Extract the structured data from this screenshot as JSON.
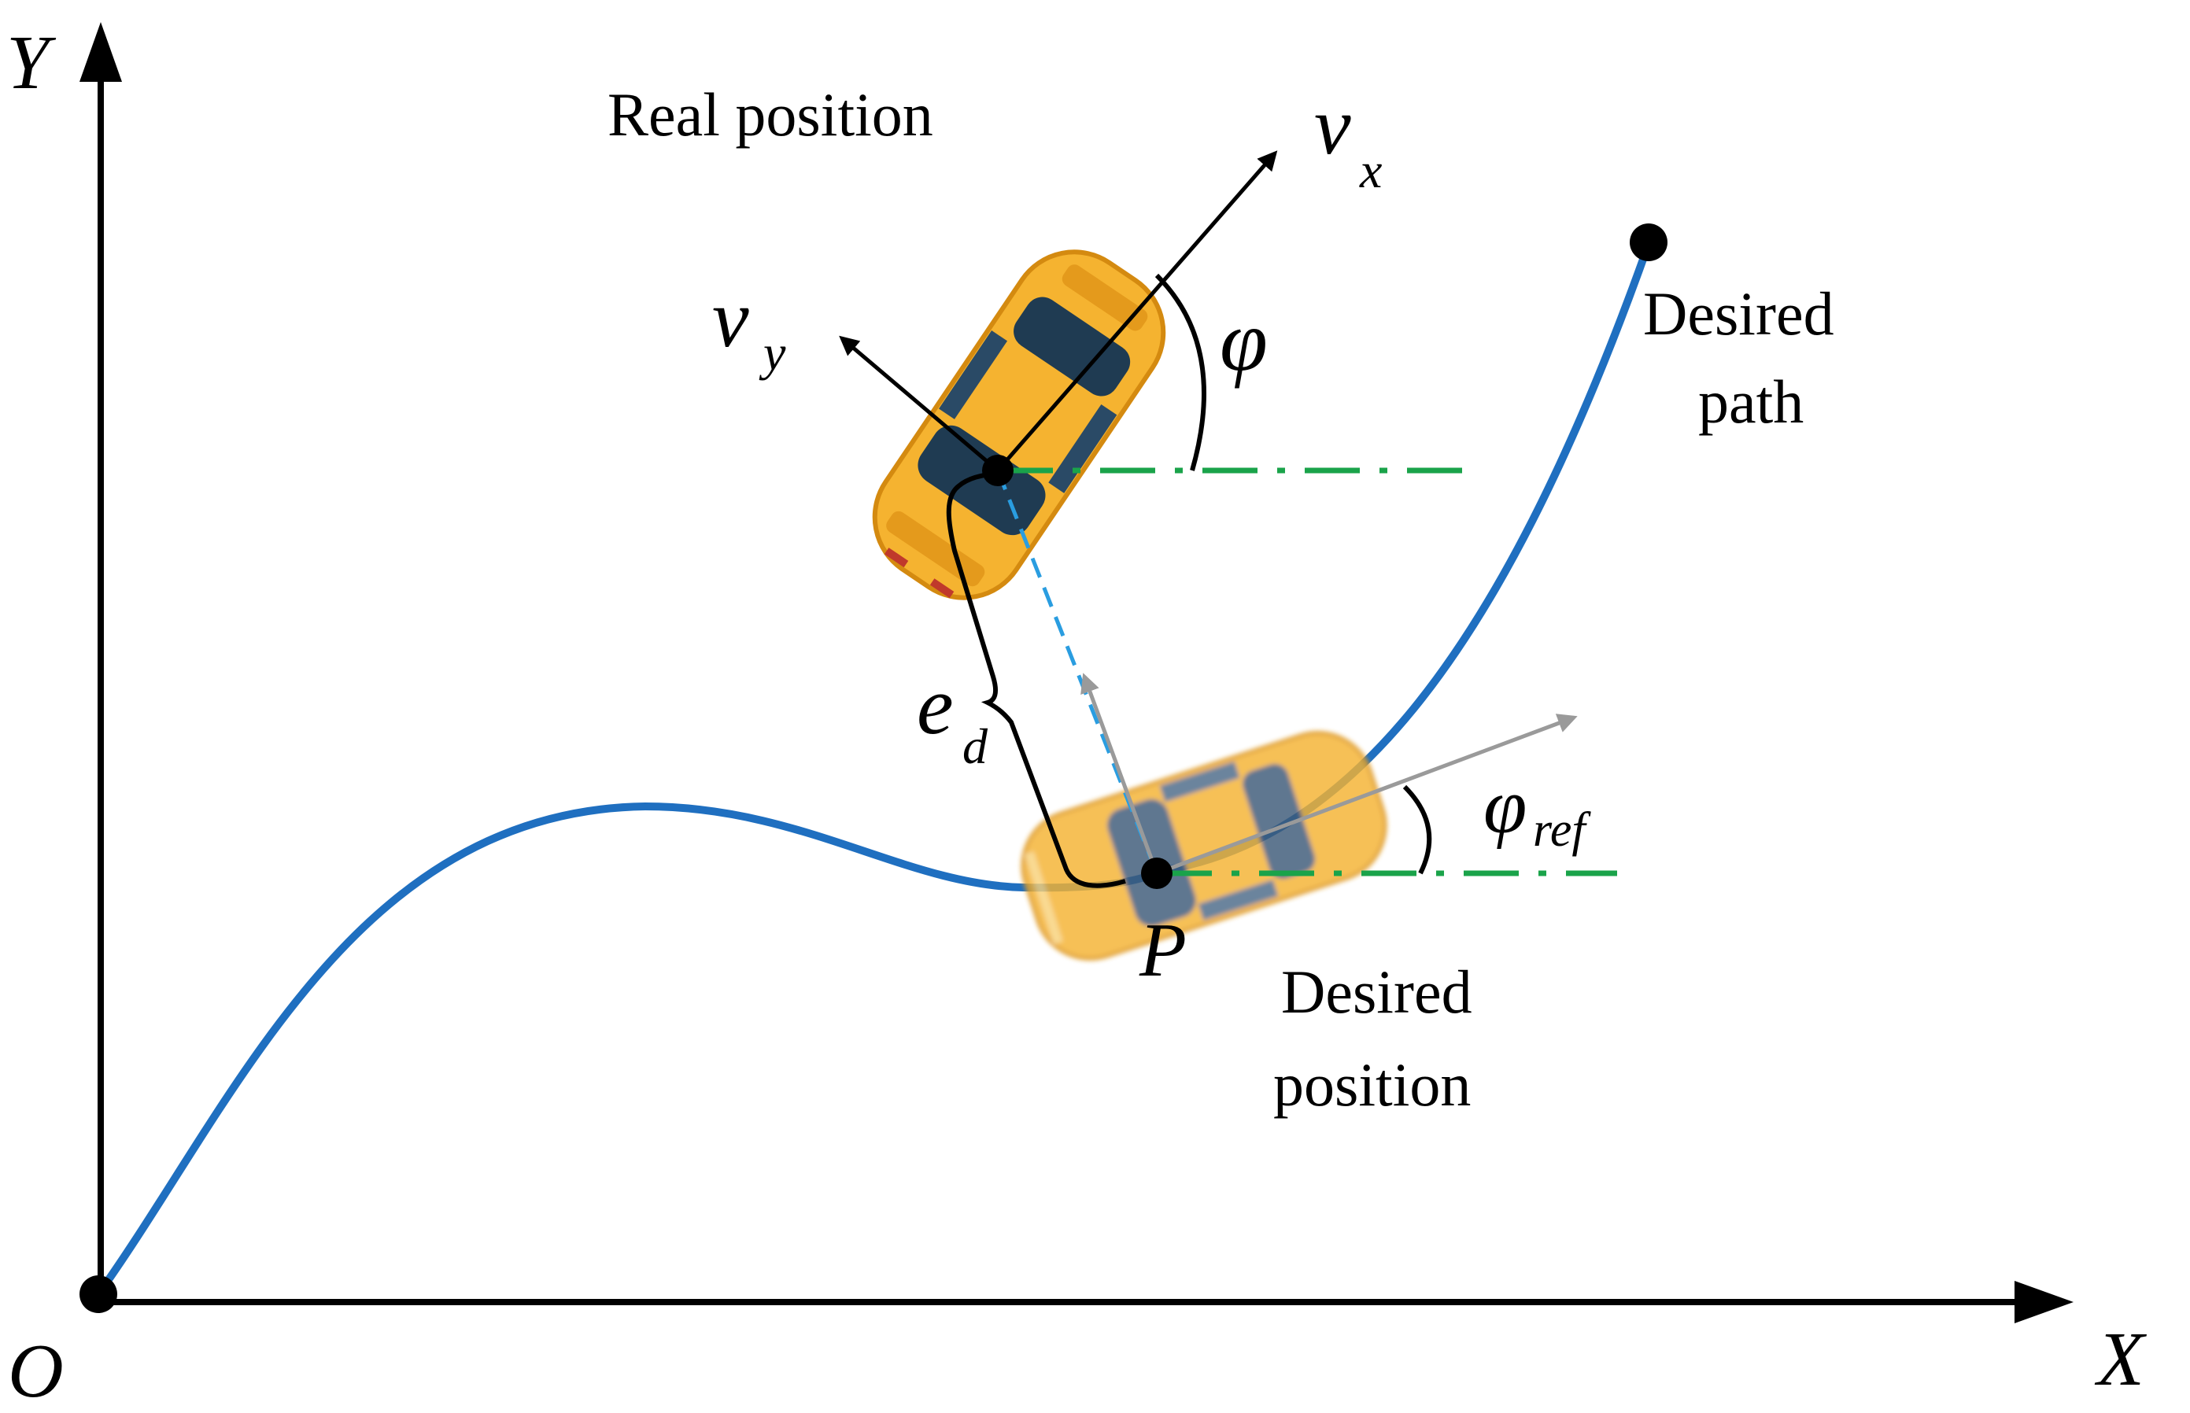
{
  "axes": {
    "x_label": "X",
    "y_label": "Y",
    "origin_label": "O"
  },
  "labels": {
    "real_position": "Real position",
    "desired_path_line1": "Desired",
    "desired_path_line2": "path",
    "desired_position_line1": "Desired",
    "desired_position_line2": "position",
    "point_p": "P",
    "vx_main": "v",
    "vx_sub": "x",
    "vy_main": "v",
    "vy_sub": "y",
    "phi": "φ",
    "phi_ref_main": "φ",
    "phi_ref_sub": "ref",
    "ed_main": "e",
    "ed_sub": "d"
  },
  "colors": {
    "path": "#1f6fc0",
    "reference_line": "#1aa34a",
    "error_line": "#2a9de0",
    "axis": "#000000",
    "heading_arrow": "#9a9a9a",
    "car_body": "#f5b330",
    "car_window": "#1f3b52"
  }
}
